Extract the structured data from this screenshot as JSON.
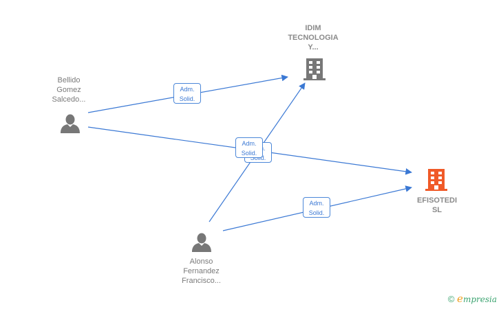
{
  "nodes": {
    "idim": {
      "label": "IDIM\nTECNOLOGIA\nY...",
      "type": "company",
      "icon": "building-icon",
      "color": "#777777"
    },
    "efisotedi": {
      "label": "EFISOTEDI\nSL",
      "type": "company",
      "icon": "building-icon",
      "color": "#f05a28",
      "highlighted": true
    },
    "bellido": {
      "label": "Bellido\nGomez\nSalcedo...",
      "type": "person",
      "icon": "person-icon",
      "color": "#777777"
    },
    "alonso": {
      "label": "Alonso\nFernandez\nFrancisco...",
      "type": "person",
      "icon": "person-icon",
      "color": "#777777"
    }
  },
  "edges": [
    {
      "from": "bellido",
      "to": "idim",
      "label": "Adm.\nSolid."
    },
    {
      "from": "bellido",
      "to": "efisotedi",
      "label": "Adm.\nSolid."
    },
    {
      "from": "alonso",
      "to": "idim",
      "label": "Adm.\nSolid."
    },
    {
      "from": "alonso",
      "to": "efisotedi",
      "label": "Adm.\nSolid."
    }
  ],
  "colors": {
    "edge": "#3a78d4",
    "badge_text": "#3a78d4",
    "label_text": "#7a7a7a"
  },
  "footer": {
    "copyright_symbol": "©",
    "brand_initial": "e",
    "brand_rest": "mpresia"
  }
}
